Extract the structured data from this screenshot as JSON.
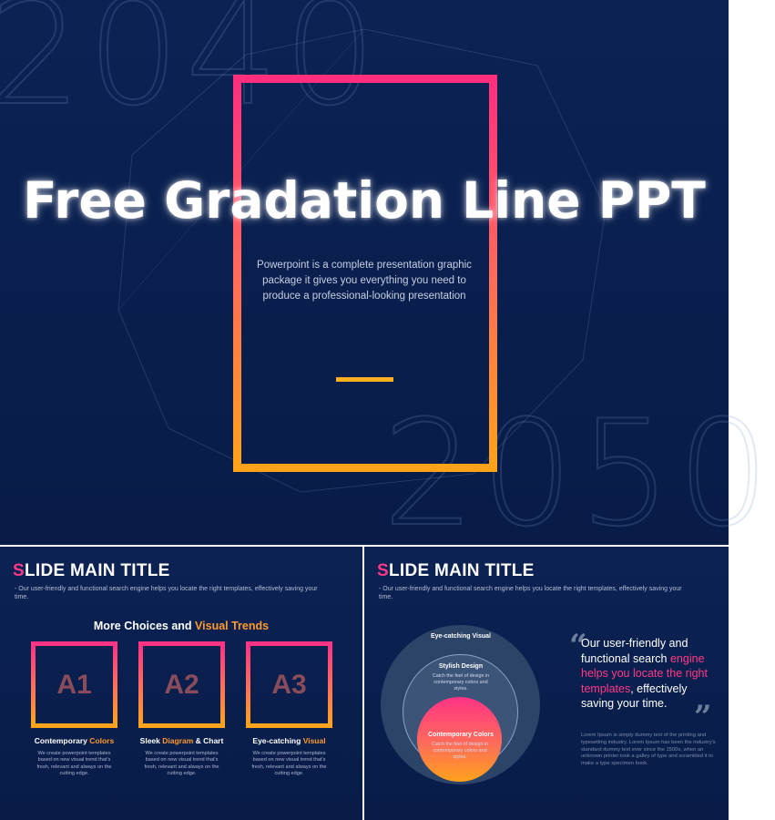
{
  "main": {
    "year_top": "2040",
    "year_bottom": "2050",
    "title": "Free Gradation Line PPT",
    "description": "Powerpoint is a complete presentation graphic package it gives you everything you need to produce a professional-looking presentation",
    "colors": {
      "background": "#0b2253",
      "gradient_start": "#ff2f7e",
      "gradient_end": "#ffa21a",
      "accent": "#ffb01e"
    }
  },
  "left_slide": {
    "title_first": "S",
    "title_rest": "LIDE MAIN TITLE",
    "subtitle": "-  Our user-friendly and functional search engine helps you locate the right templates, effectively saving your time.",
    "section_head": {
      "part1": "More Choices and ",
      "part2": "Visual Trends"
    },
    "cards": [
      {
        "code": "A1",
        "label_a": "Contemporary ",
        "label_b": "Colors",
        "label_c": "",
        "text": "We create powerpoint templates based on new visual trend that's fresh, relevant and always on the cutting edge."
      },
      {
        "code": "A2",
        "label_a": "Sleek ",
        "label_b": "Diagram",
        "label_c": " & Chart",
        "text": "We create powerpoint templates based on new visual trend that's fresh, relevant and always on the cutting edge."
      },
      {
        "code": "A3",
        "label_a": "Eye-catching ",
        "label_b": "Visual",
        "label_c": "",
        "text": "We create powerpoint templates based on new visual trend that's fresh, relevant and always on the cutting edge."
      }
    ]
  },
  "right_slide": {
    "title_first": "S",
    "title_rest": "LIDE MAIN TITLE",
    "subtitle": "-  Our user-friendly and functional search engine helps you locate the right templates, effectively saving your time.",
    "circles": {
      "outer_title": "Eye-catching Visual",
      "mid_title": "Stylish Design",
      "mid_text": "Catch the feel of design in contemporary colors and styles.",
      "inner_title": "Contemporary Colors",
      "inner_text": "Catch the feel of design in contemporary colors and styles."
    },
    "quote": {
      "part1": "Our user-friendly and functional search ",
      "part2": "engine helps you locate the right templates",
      "part3": ", effectively saving your time."
    },
    "quote_open": "“",
    "quote_close": "”",
    "lorem": "Lorem Ipsum is simply dummy text of the printing and typesetting industry. Lorem Ipsum has been the industry's standard dummy text ever since the 1500s, when an unknown printer took a galley of type and scrambled it to make a type specimen book."
  }
}
